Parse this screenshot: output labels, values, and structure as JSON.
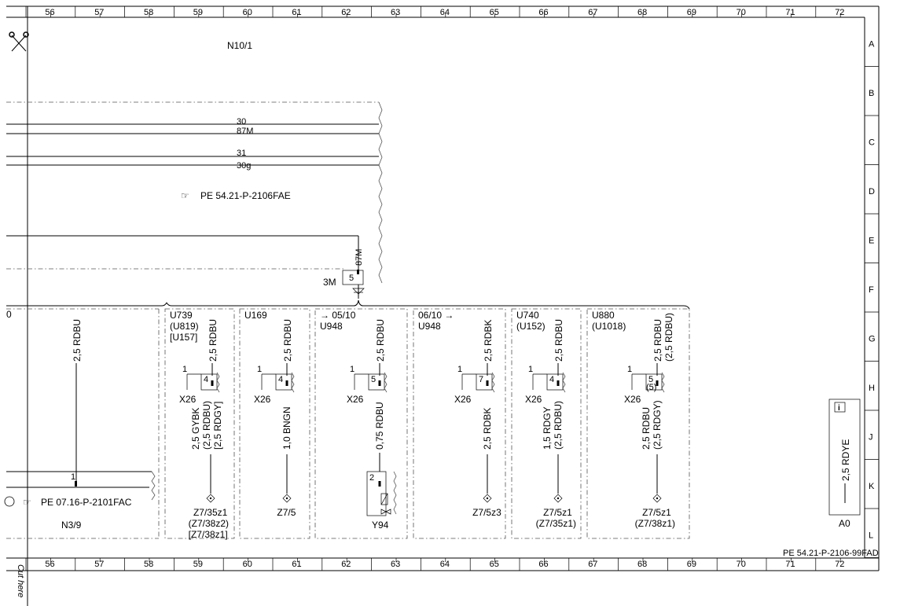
{
  "grid": {
    "columns": [
      "56",
      "57",
      "58",
      "59",
      "60",
      "61",
      "62",
      "63",
      "64",
      "65",
      "66",
      "67",
      "68",
      "69",
      "70",
      "71",
      "72"
    ],
    "rows": [
      "A",
      "B",
      "C",
      "D",
      "E",
      "F",
      "G",
      "H",
      "J",
      "K",
      "L"
    ]
  },
  "title_top": "N10/1",
  "bus_lines": {
    "l30": "30",
    "l87m": "87M",
    "l31": "31",
    "l30g": "30g"
  },
  "ref_upper": "PE 54.21-P-2106FAE",
  "feed": {
    "wire": "87M",
    "pin": "5",
    "connector": "3M"
  },
  "left_partial": {
    "frag": "0",
    "wire": "2,5 RDBU",
    "pin": "1",
    "ref": "PE 07.16-P-2101FAC",
    "component": "N3/9"
  },
  "modules": [
    {
      "codes": [
        "U739",
        "(U819)",
        "[U157]"
      ],
      "wire_top": "2,5 RDBU",
      "pin_in": "1",
      "pin_out": "4",
      "connector": "X26",
      "wire_bot": [
        "2,5 GYBK",
        "(2,5 RDBU)",
        "[2,5 RDGY]"
      ],
      "ground": [
        "Z7/35z1",
        "(Z7/38z2)",
        "[Z7/38z1]"
      ]
    },
    {
      "codes": [
        "U169"
      ],
      "wire_top": "2,5 RDBU",
      "pin_in": "1",
      "pin_out": "4",
      "connector": "X26",
      "wire_bot": [
        "1,0 BNGN"
      ],
      "ground": [
        "Z7/5"
      ]
    },
    {
      "codes": [
        "→ 05/10",
        "U948"
      ],
      "wire_top": "2,5 RDBU",
      "pin_in": "1",
      "pin_out": "5",
      "connector": "X26",
      "wire_bot": [
        "0,75 RDBU"
      ],
      "relay_pin": "2",
      "ground": [
        "Y94"
      ]
    },
    {
      "codes": [
        "06/10 →",
        "U948"
      ],
      "wire_top": "2,5 RDBK",
      "pin_in": "1",
      "pin_out": "7",
      "connector": "X26",
      "wire_bot": [
        "2,5 RDBK"
      ],
      "ground": [
        "Z7/5z3"
      ]
    },
    {
      "codes": [
        "U740",
        "(U152)"
      ],
      "wire_top": "2,5 RDBU",
      "pin_in": "1",
      "pin_out": "4",
      "connector": "X26",
      "wire_bot": [
        "1,5 RDGY",
        "(2,5 RDBU)"
      ],
      "ground": [
        "Z7/5z1",
        "(Z7/35z1)"
      ]
    },
    {
      "codes": [
        "U880",
        "(U1018)"
      ],
      "wire_top": [
        "2,5 RDBU",
        "(2,5 RDBU)"
      ],
      "pin_in": "1",
      "pin_out": "5",
      "pin_out_alt": "(5)",
      "connector": "X26",
      "wire_bot": [
        "2,5 RDBU",
        "(2,5 RDGY)"
      ],
      "ground": [
        "Z7/5z1",
        "(Z7/38z1)"
      ]
    }
  ],
  "info_box": {
    "icon": "i",
    "wire": "2,5 RDYE",
    "label": "A0"
  },
  "footer_ref": "PE 54.21-P-2106-99FAD",
  "cut_here": "Cut here"
}
